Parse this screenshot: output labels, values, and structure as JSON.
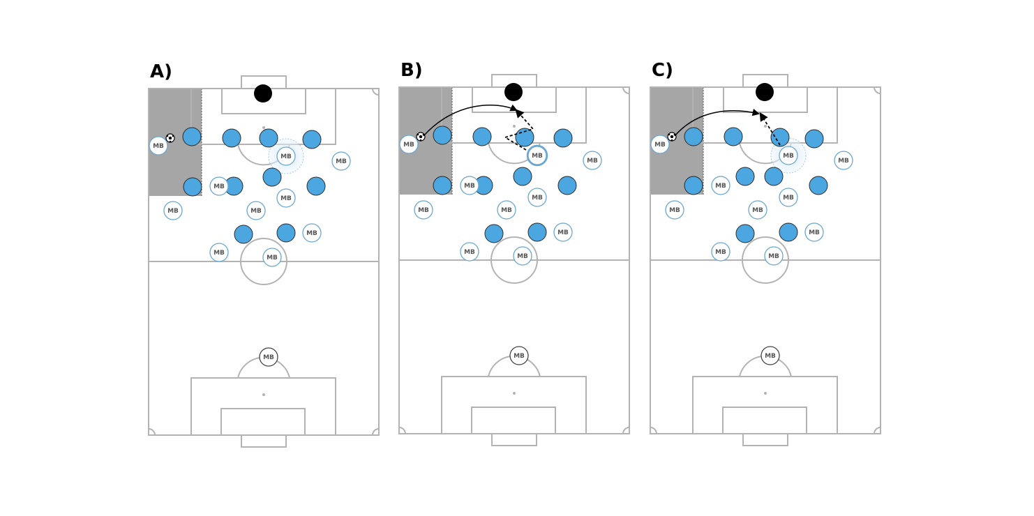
{
  "colors": {
    "pitch_line": "#b3b3b3",
    "attacker": "#4ca6e0",
    "attacker_stroke": "#2a2a2a",
    "opponent_ring": "#6ba7d3",
    "zone": "#a6a6a6",
    "target": "#000000",
    "arrow": "#000000"
  },
  "panels": [
    {
      "label": "A)"
    },
    {
      "label": "B)"
    },
    {
      "label": "C)"
    }
  ],
  "badge_glyph": "MB",
  "ball_icon": "soccer-ball-icon"
}
